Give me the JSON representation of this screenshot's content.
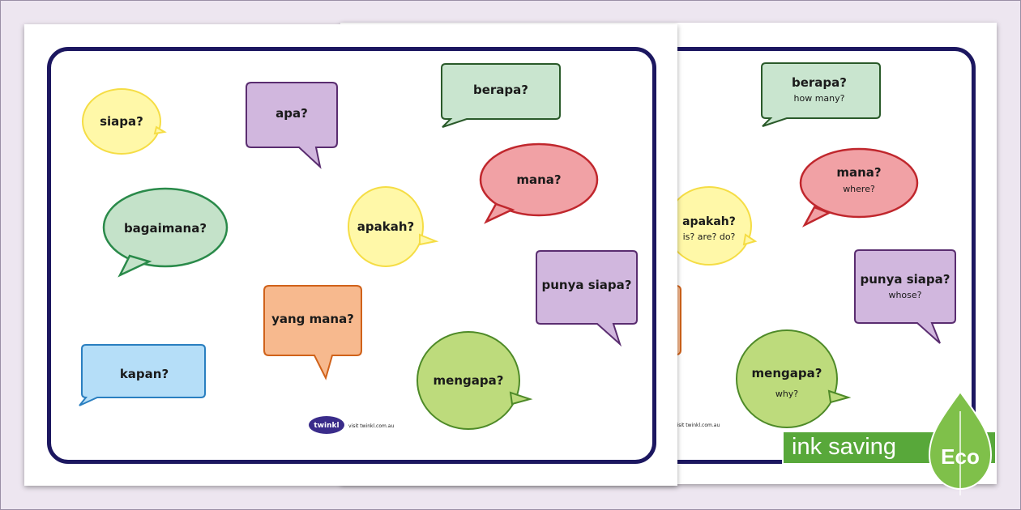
{
  "front": {
    "bubbles": [
      {
        "text": "siapa?"
      },
      {
        "text": "apa?"
      },
      {
        "text": "berapa?"
      },
      {
        "text": "mana?"
      },
      {
        "text": "bagaimana?"
      },
      {
        "text": "apakah?"
      },
      {
        "text": "punya siapa?"
      },
      {
        "text": "yang mana?"
      },
      {
        "text": "kapan?"
      },
      {
        "text": "mengapa?"
      }
    ],
    "brand": "twinkl",
    "url": "visit twinkl.com.au"
  },
  "back": {
    "bubbles": [
      {
        "text": "berapa?",
        "sub": "how many?"
      },
      {
        "text": "mana?",
        "sub": "where?"
      },
      {
        "text": "apakah?",
        "sub": "is? are? do?"
      },
      {
        "text": "punya siapa?",
        "sub": "whose?"
      },
      {
        "text": "mengapa?",
        "sub": "why?"
      }
    ],
    "url": "visit twinkl.com.au"
  },
  "badge": {
    "label": "ink saving",
    "tag": "Eco",
    "color": "#58a83a"
  },
  "colors": {
    "yellow": "#fff8a8",
    "purple": "#d1b7de",
    "green_pale": "#c9e5cf",
    "red": "#f1a1a5",
    "green_oval": "#c4e2c9",
    "orange": "#f7b98e",
    "blue": "#b5def8",
    "lime": "#bddb7c",
    "border": "#1c1760"
  }
}
